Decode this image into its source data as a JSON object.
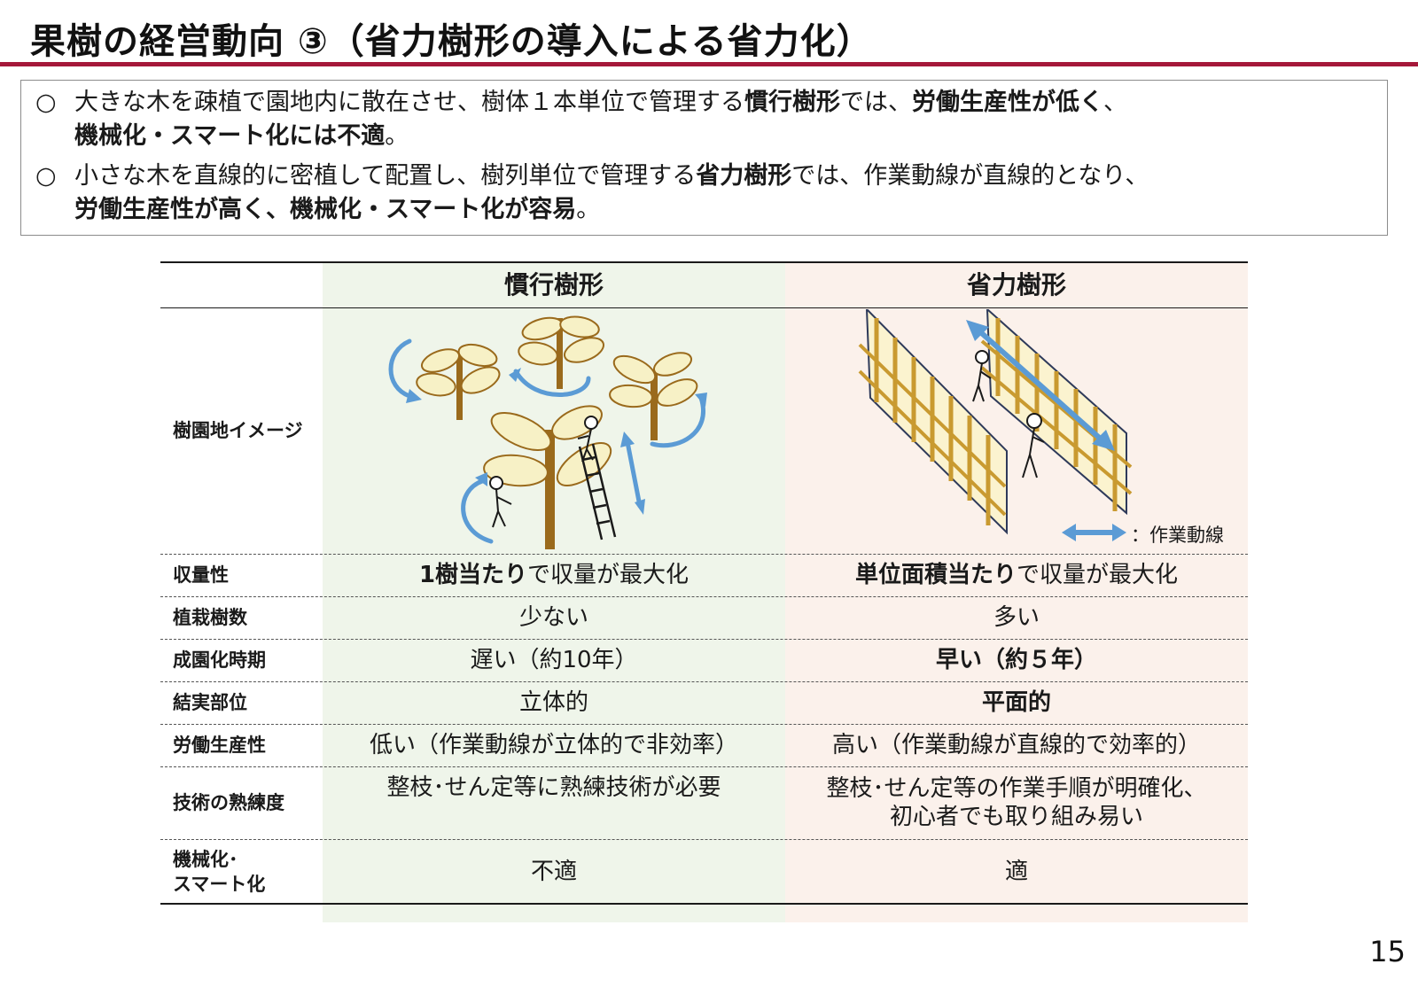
{
  "title": "果樹の経営動向 ③（省力樹形の導入による省力化）",
  "summary": {
    "bullet1": {
      "mark": "○",
      "line1": {
        "p1": "大きな木を疎植で園地内に散在させ、樹体１本単位で管理する",
        "b1": "慣行樹形",
        "p2": "では、",
        "b2": "労働生産性が低く",
        "p3": "、"
      },
      "line2": {
        "b1": "機械化・スマート化には不適",
        "p1": "。"
      }
    },
    "bullet2": {
      "mark": "○",
      "line1": {
        "p1": "小さな木を直線的に密植して配置し、樹列単位で管理する",
        "b1": "省力樹形",
        "p2": "では、作業動線が直線的となり、"
      },
      "line2": {
        "b1": "労働生産性が高く、機械化・スマート化が容易",
        "p1": "。"
      }
    }
  },
  "table": {
    "col_conventional": "慣行樹形",
    "col_laborsaving": "省力樹形",
    "rows": {
      "image": {
        "label": "樹園地イメージ",
        "legend": "：作業動線"
      },
      "yield": {
        "label": "収量性",
        "conventional": {
          "bold": "1樹当たり",
          "rest": "で収量が最大化"
        },
        "laborsaving": {
          "bold": "単位面積当たり",
          "rest": "で収量が最大化"
        }
      },
      "count": {
        "label": "植栽樹数",
        "conventional": "少ない",
        "laborsaving": "多い"
      },
      "maturity": {
        "label": "成園化時期",
        "conventional": "遅い（約10年）",
        "laborsaving": "早い（約５年）"
      },
      "fruiting": {
        "label": "結実部位",
        "conventional": "立体的",
        "laborsaving": "平面的"
      },
      "productivity": {
        "label": "労働生産性",
        "conventional": "低い（作業動線が立体的で非効率）",
        "laborsaving": "高い（作業動線が直線的で効率的）"
      },
      "skill": {
        "label": "技術の熟練度",
        "conventional": "整枝･せん定等に熟練技術が必要",
        "laborsaving_line1": "整枝･せん定等の作業手順が明確化、",
        "laborsaving_line2": "初心者でも取り組み易い"
      },
      "mechanization": {
        "label_line1": "機械化･",
        "label_line2": "スマート化",
        "conventional": "不適",
        "laborsaving": "適"
      }
    }
  },
  "page_number": "15",
  "colors": {
    "accent_rule": "#a5183a",
    "band_conventional": "#eff5ea",
    "band_laborsaving": "#fbf1eb",
    "arrow_blue": "#5b9bd5",
    "trunk_brown": "#9a6a1c",
    "leaf_fill": "#f7f1c6",
    "leaf_vein": "#c9a040"
  }
}
